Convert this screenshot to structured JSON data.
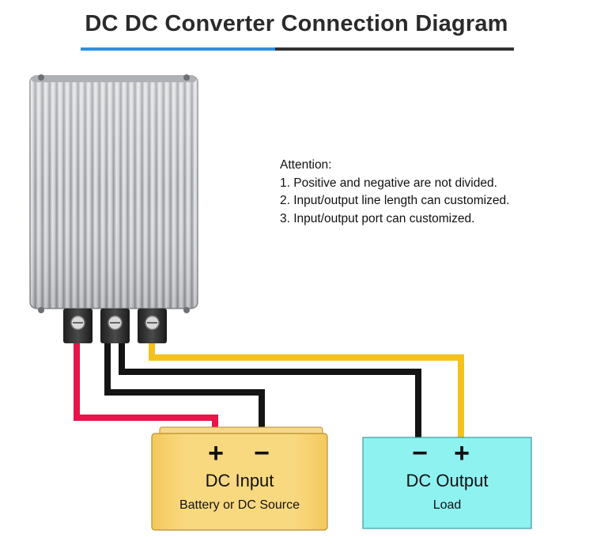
{
  "title": "DC DC Converter Connection Diagram",
  "notes": {
    "heading": "Attention:",
    "items": [
      "1. Positive and negative are not divided.",
      "2. Input/output line length can customized.",
      "3. Input/output port can customized."
    ]
  },
  "input_box": {
    "plus": "+",
    "minus": "−",
    "title": "DC Input",
    "subtitle": "Battery or DC Source"
  },
  "output_box": {
    "minus": "−",
    "plus": "+",
    "title": "DC Output",
    "subtitle": "Load"
  },
  "colors": {
    "title_accent": "#2d8fe0",
    "title_rule": "#333333",
    "wire_positive": "#e8144a",
    "wire_negative": "#141414",
    "wire_output": "#f5c11c",
    "input_box_fill": "#f9d980",
    "output_box_fill": "#8ef2f0",
    "converter_body": "#c4c6c9"
  }
}
